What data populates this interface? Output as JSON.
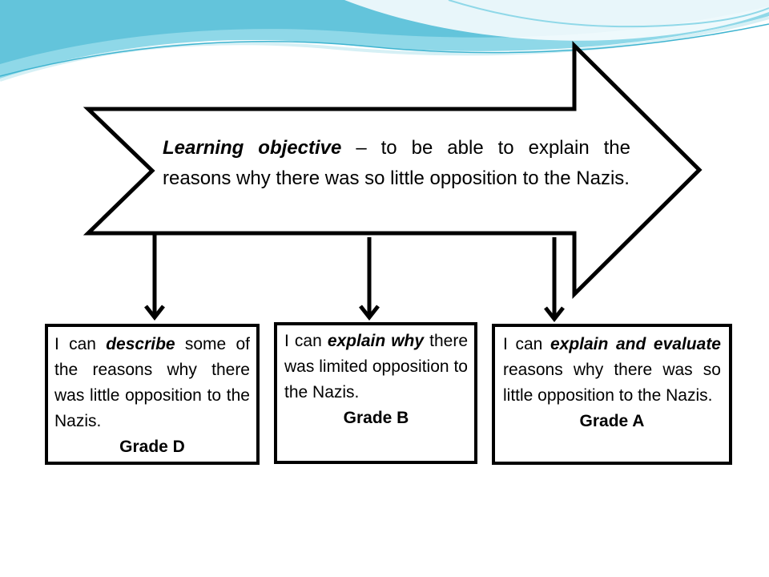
{
  "objective": {
    "lead": "Learning objective",
    "rest": " – to be able to explain the reasons why there was so little opposition to the Nazis."
  },
  "grades": [
    {
      "pre": "I can ",
      "em": "describe",
      "post": " some of the reasons why there was little opposition to the Nazis.",
      "grade": "Grade D"
    },
    {
      "pre": "I can ",
      "em": "explain why",
      "post": " there was limited opposition to the Nazis.",
      "grade": "Grade B"
    },
    {
      "pre": "I can ",
      "em": "explain and evaluate",
      "post": " reasons why there was so little opposition to the Nazis.",
      "grade": "Grade A"
    }
  ],
  "colors": {
    "wave_light": "#d6f0f5",
    "wave_mid": "#8fd8e8",
    "wave_dark": "#3fb4d0",
    "outline": "#000000"
  }
}
